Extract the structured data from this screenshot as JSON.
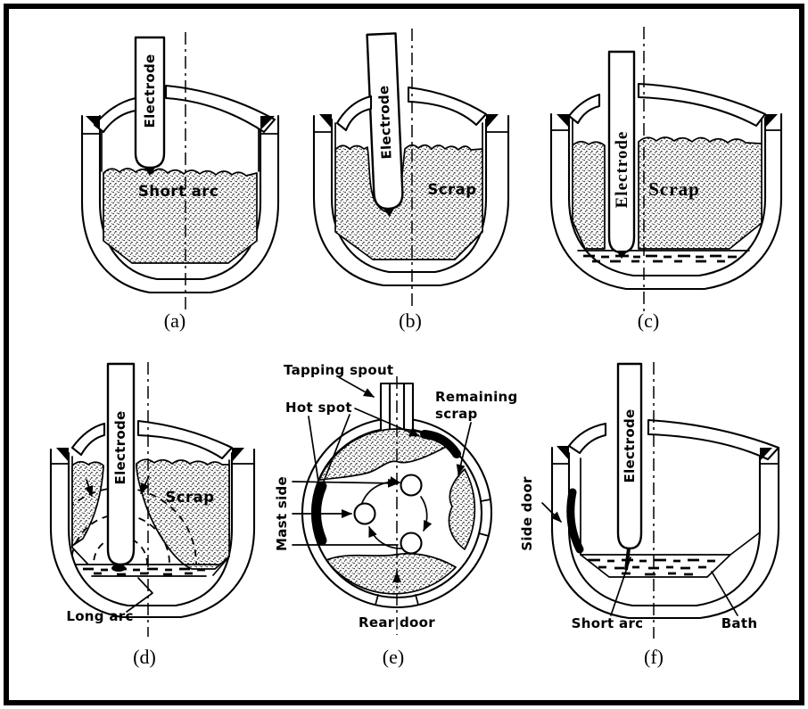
{
  "colors": {
    "ink": "#000000",
    "paper": "#ffffff"
  },
  "panels": [
    {
      "caption": "(a)",
      "labels": {
        "electrode": "Electrode",
        "interior": "Short arc"
      }
    },
    {
      "caption": "(b)",
      "labels": {
        "electrode": "Electrode",
        "interior": "Scrap"
      }
    },
    {
      "caption": "(c)",
      "labels": {
        "electrode": "Electrode",
        "interior": "Scrap"
      }
    },
    {
      "caption": "(d)",
      "labels": {
        "electrode": "Electrode",
        "interior": "Scrap",
        "long_arc": "Long arc"
      }
    },
    {
      "caption": "(e)",
      "labels": {
        "tapping_spout": "Tapping spout",
        "hot_spot": "Hot spot",
        "remaining_scrap": [
          "Remaining",
          "scrap"
        ],
        "mast_side": "Mast side",
        "side_door": "Side door",
        "rear_door": "Rear door"
      }
    },
    {
      "caption": "(f)",
      "labels": {
        "electrode": "Electrode",
        "short_arc": "Short arc",
        "bath": "Bath"
      }
    }
  ]
}
